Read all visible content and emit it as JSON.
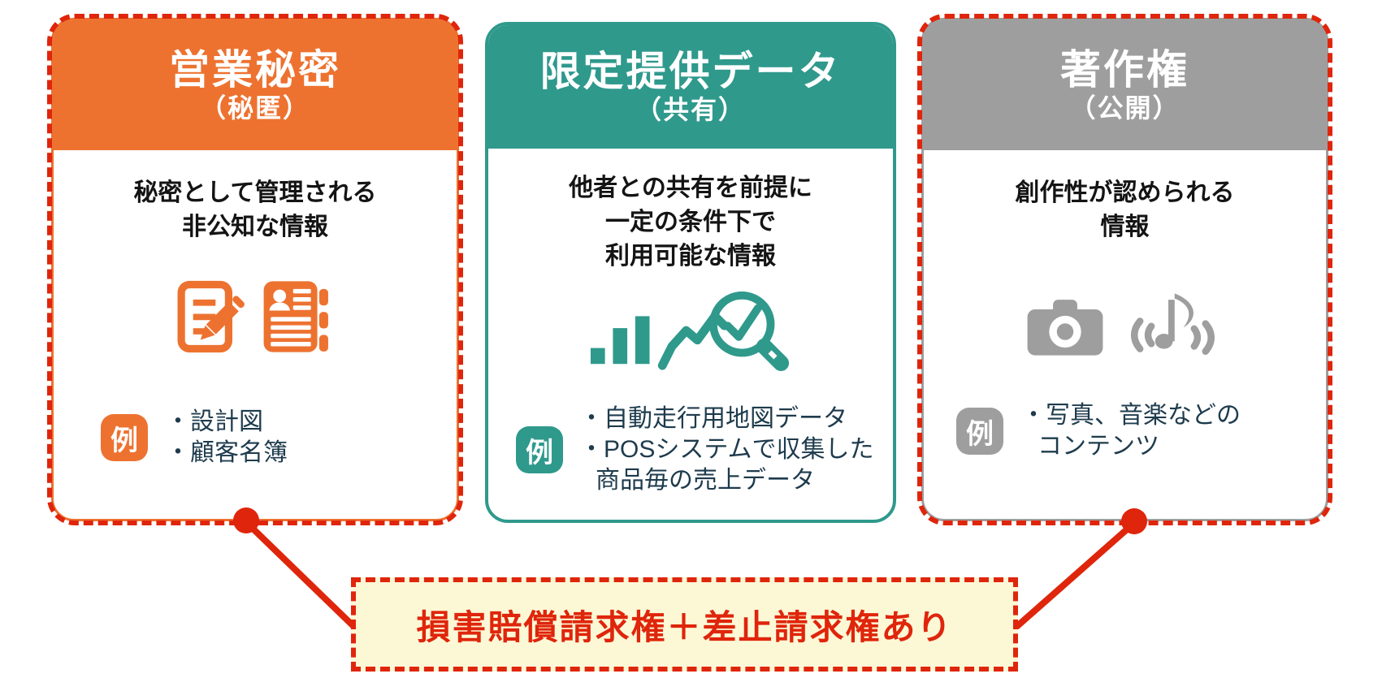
{
  "diagram": {
    "cards": [
      {
        "key": "trade-secret",
        "title": "営業秘密",
        "subtitle": "（秘匿）",
        "description_lines": [
          "秘密として管理される",
          "非公知な情報"
        ],
        "example_label": "例",
        "example_lines": [
          "・設計図",
          "・顧客名簿"
        ],
        "icon_names": [
          "document-edit-icon",
          "customer-ledger-icon"
        ],
        "accent_color": "#ED7230",
        "dashed_outline": true
      },
      {
        "key": "limited-provision-data",
        "title": "限定提供データ",
        "subtitle": "（共有）",
        "description_lines": [
          "他者との共有を前提に",
          "一定の条件下で",
          "利用可能な情報"
        ],
        "example_label": "例",
        "example_lines": [
          "・自動走行用地図データ",
          "・POSシステムで収集した",
          "商品毎の売上データ"
        ],
        "icon_names": [
          "data-analytics-icon"
        ],
        "accent_color": "#2F998C",
        "dashed_outline": false
      },
      {
        "key": "copyright",
        "title": "著作権",
        "subtitle": "（公開）",
        "description_lines": [
          "創作性が認められる",
          "情報"
        ],
        "example_label": "例",
        "example_lines": [
          "・写真、音楽などの",
          "コンテンツ"
        ],
        "icon_names": [
          "camera-icon",
          "music-note-icon"
        ],
        "accent_color": "#9E9E9E",
        "dashed_outline": true
      }
    ],
    "banner": {
      "text": "損害賠償請求権＋差止請求権あり",
      "bg_color": "#FCF8D6",
      "text_color": "#DF250B"
    },
    "colors": {
      "highlight_red": "#DF250B",
      "orange": "#ED7230",
      "teal": "#2F998C",
      "gray": "#9E9E9E",
      "example_text": "#1E3B4D",
      "body_text": "#141414"
    }
  }
}
